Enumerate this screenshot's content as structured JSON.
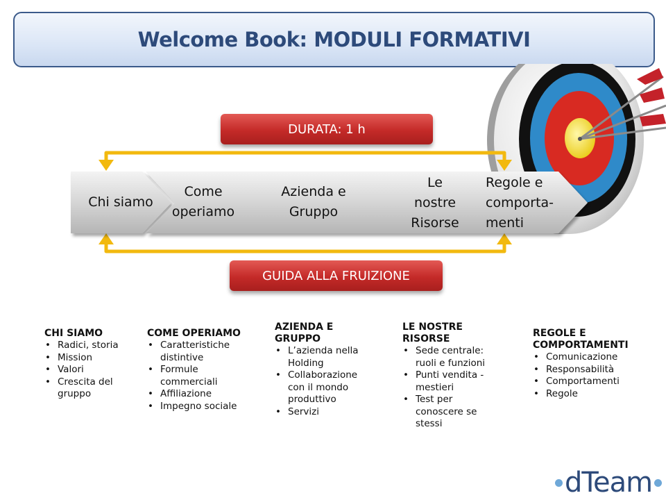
{
  "title": "Welcome Book: MODULI FORMATIVI",
  "durata_label": "DURATA: 1 h",
  "guida_label": "GUIDA ALLA FRUIZIONE",
  "steps": [
    "Chi siamo",
    "Come\noperiamo",
    "Azienda e\nGruppo",
    "Le\nnostre\nRisorse",
    "Regole e\ncomporta-\nmenti"
  ],
  "columns": [
    {
      "header": "CHI SIAMO",
      "items": [
        "Radici, storia",
        "Mission",
        "Valori",
        "Crescita del\ngruppo"
      ]
    },
    {
      "header": "COME OPERIAMO",
      "items": [
        "Caratteristiche\ndistintive",
        "Formule\ncommerciali",
        "Affiliazione",
        "Impegno sociale"
      ]
    },
    {
      "header": "AZIENDA E\nGRUPPO",
      "items": [
        "L’azienda nella\nHolding",
        "Collaborazione\ncon il mondo\nproduttivo",
        "Servizi"
      ]
    },
    {
      "header": "LE NOSTRE\nRISORSE",
      "items": [
        "Sede centrale:\nruoli e funzioni",
        "Punti vendita -\nmestieri",
        "Test per\nconoscere se\nstessi"
      ]
    },
    {
      "header": "REGOLE E\nCOMPORTAMENTI",
      "items": [
        "Comunicazione",
        "Responsabilità",
        "Comportamenti",
        "Regole"
      ]
    }
  ],
  "logo_text": "dTeam",
  "colors": {
    "title_text": "#2d4a7a",
    "pill_red": "#c42a28",
    "arrow_yellow": "#f2b90f",
    "chevron_gray": "#c9c9c9",
    "logo_blue": "#6fa8d8"
  },
  "icons": [
    "target-icon",
    "arrow-icon",
    "cycle-arrow-icon"
  ]
}
